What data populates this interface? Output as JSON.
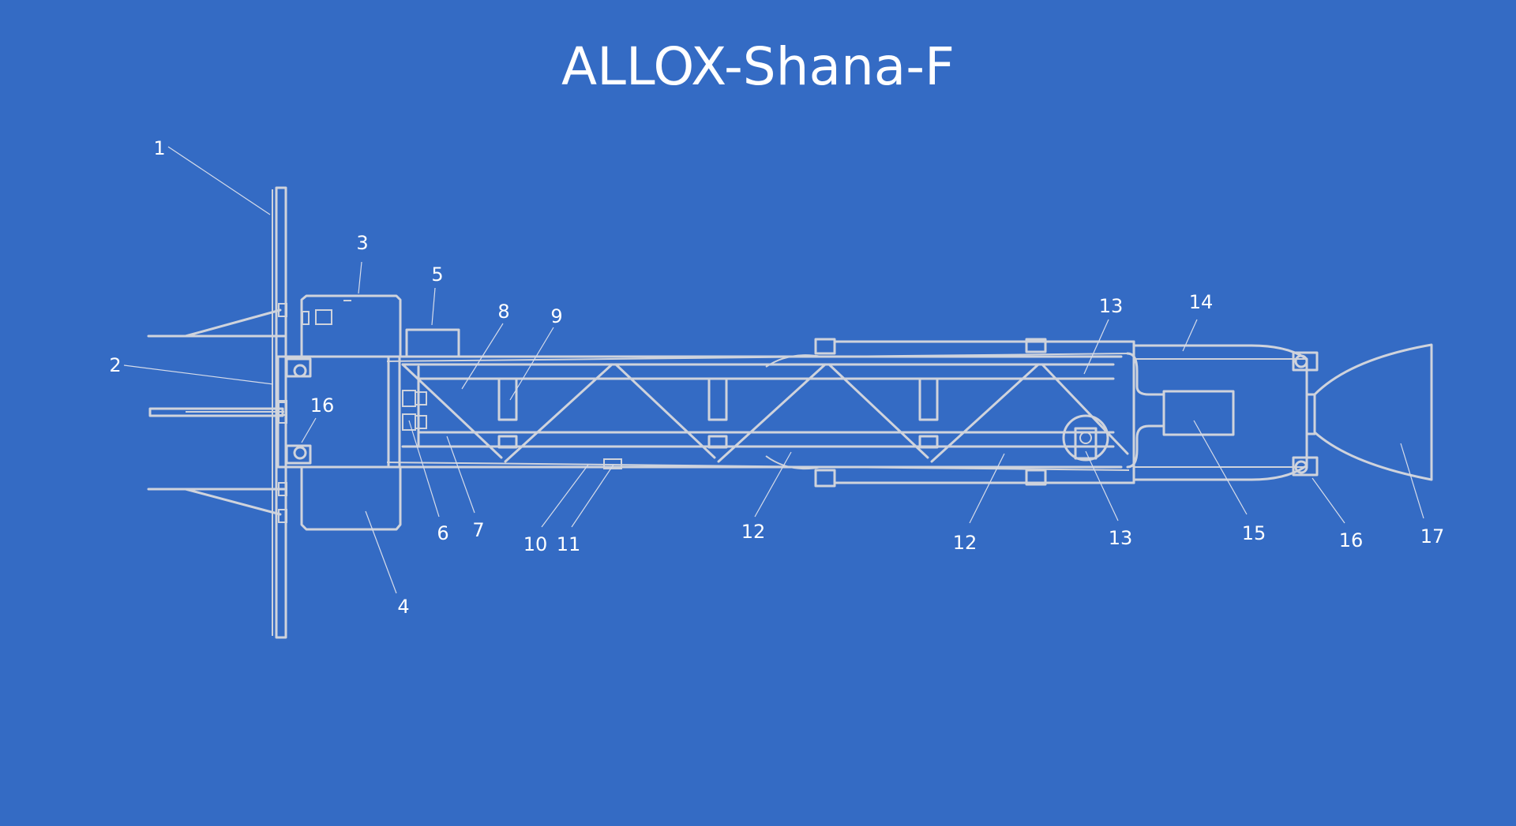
{
  "title": "ALLOX-Shana-F",
  "colors": {
    "background": "#346bc4",
    "linework": "#cfd3dc",
    "text": "#ffffff"
  },
  "callouts": [
    {
      "id": "c1",
      "label": "1"
    },
    {
      "id": "c2",
      "label": "2"
    },
    {
      "id": "c3",
      "label": "3"
    },
    {
      "id": "c4",
      "label": "4"
    },
    {
      "id": "c5",
      "label": "5"
    },
    {
      "id": "c6",
      "label": "6"
    },
    {
      "id": "c7",
      "label": "7"
    },
    {
      "id": "c8",
      "label": "8"
    },
    {
      "id": "c9",
      "label": "9"
    },
    {
      "id": "c10",
      "label": "10"
    },
    {
      "id": "c11",
      "label": "11"
    },
    {
      "id": "c12a",
      "label": "12"
    },
    {
      "id": "c12b",
      "label": "12"
    },
    {
      "id": "c13a",
      "label": "13"
    },
    {
      "id": "c13b",
      "label": "13"
    },
    {
      "id": "c14",
      "label": "14"
    },
    {
      "id": "c15",
      "label": "15"
    },
    {
      "id": "c16a",
      "label": "16"
    },
    {
      "id": "c16b",
      "label": "16"
    },
    {
      "id": "c17",
      "label": "17"
    }
  ]
}
